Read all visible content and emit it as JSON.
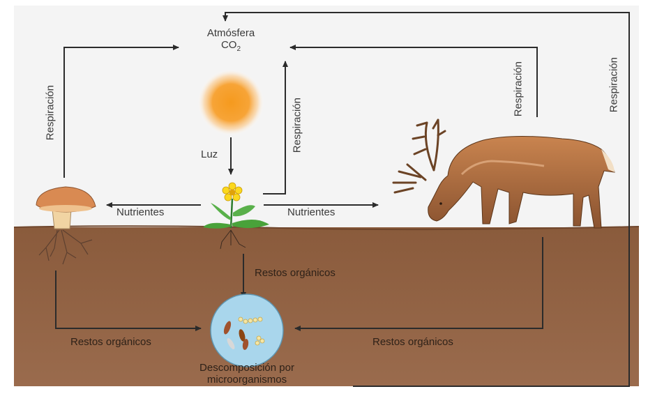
{
  "atmosphere": {
    "title": "Atmósfera",
    "co2_base": "CO",
    "co2_sub": "2"
  },
  "labels": {
    "light": "Luz",
    "respiration_fungus": "Respiración",
    "respiration_plant": "Respiración",
    "respiration_deer": "Respiración",
    "respiration_decomposers": "Respiración",
    "nutrients_left": "Nutrientes",
    "nutrients_right": "Nutrientes",
    "remains_plant": "Restos orgánicos",
    "remains_fungus": "Restos orgánicos",
    "remains_deer": "Restos orgánicos",
    "decomposition_line1": "Descomposición por",
    "decomposition_line2": "microorganismos"
  },
  "colors": {
    "sky": "#f3f3f3",
    "soil": "#8c5f42",
    "arrow": "#2b2b2b",
    "sun": "#f39a23",
    "microbe_circle": "#a9d6ec"
  },
  "icons": [
    "sun-icon",
    "mushroom-icon",
    "flower-icon",
    "deer-icon",
    "microorganisms-icon"
  ]
}
